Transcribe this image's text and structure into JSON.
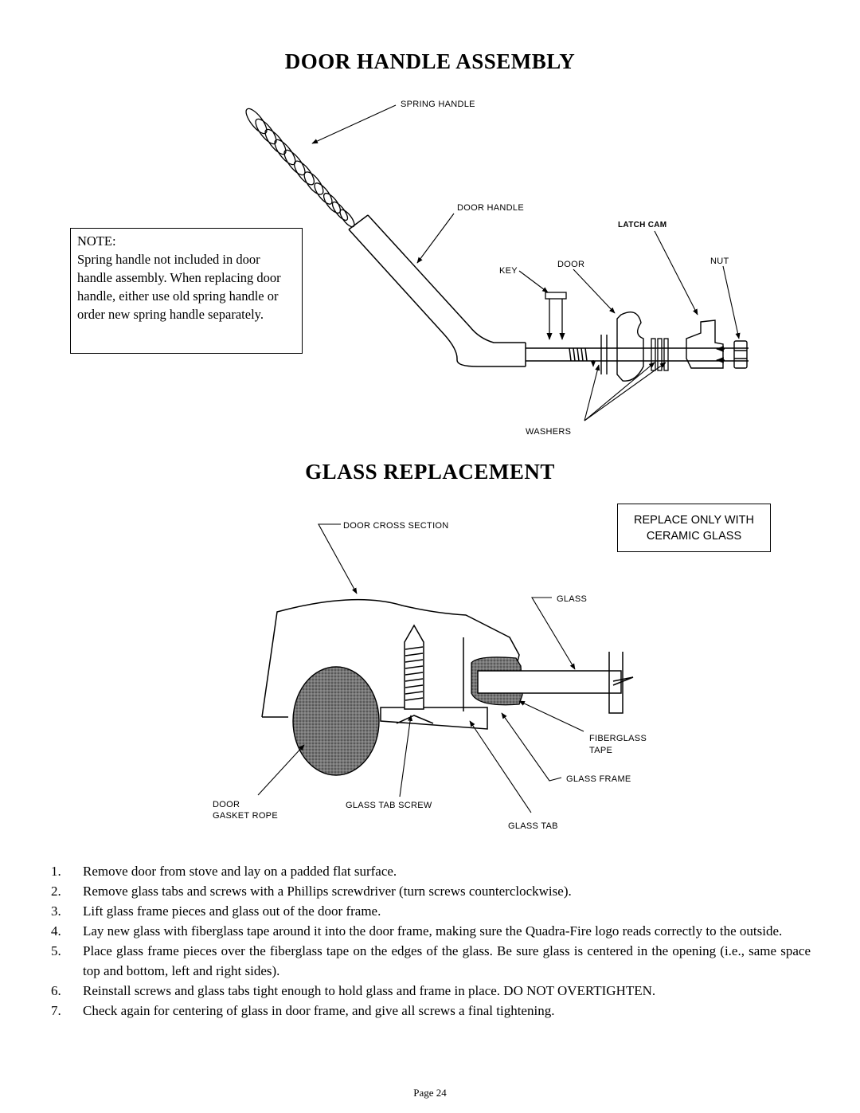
{
  "section1": {
    "title": "DOOR HANDLE ASSEMBLY",
    "labels": {
      "spring_handle": "SPRING HANDLE",
      "door_handle": "DOOR HANDLE",
      "latch_cam": "LATCH CAM",
      "key": "KEY",
      "door": "DOOR",
      "nut": "NUT",
      "washers": "WASHERS"
    },
    "note": {
      "heading": "NOTE:",
      "text": "Spring handle not included in door handle assembly. When replacing door handle, either use old spring handle or order new spring handle separately."
    }
  },
  "section2": {
    "title": "GLASS REPLACEMENT",
    "callout": "REPLACE ONLY WITH CERAMIC GLASS",
    "labels": {
      "door_cross_section": "DOOR CROSS SECTION",
      "glass": "GLASS",
      "fiberglass_tape_1": "FIBERGLASS",
      "fiberglass_tape_2": "TAPE",
      "glass_frame": "GLASS FRAME",
      "door_gasket_1": "DOOR",
      "door_gasket_2": "GASKET ROPE",
      "glass_tab_screw": "GLASS TAB SCREW",
      "glass_tab": "GLASS TAB"
    }
  },
  "steps": [
    {
      "num": "1.",
      "text": "Remove door from stove and lay on a padded flat surface."
    },
    {
      "num": "2.",
      "text": "Remove glass tabs and screws with a Phillips screwdriver (turn screws counterclockwise)."
    },
    {
      "num": "3.",
      "text": "Lift glass frame pieces and glass out of the door frame."
    },
    {
      "num": "4.",
      "text": "Lay new glass with fiberglass tape around it into the door frame, making sure the Quadra-Fire logo reads correctly to the outside."
    },
    {
      "num": "5.",
      "text": "Place glass frame pieces over the fiberglass tape on the edges of the glass. Be sure glass is centered in the opening (i.e., same space top and bottom, left and right sides)."
    },
    {
      "num": "6.",
      "text": "Reinstall screws and glass tabs tight enough to hold glass and frame in place. DO NOT OVERTIGHTEN."
    },
    {
      "num": "7.",
      "text": "Check again for centering of glass in door frame, and give all screws a final tightening."
    }
  ],
  "footer": {
    "page": "Page 24"
  }
}
